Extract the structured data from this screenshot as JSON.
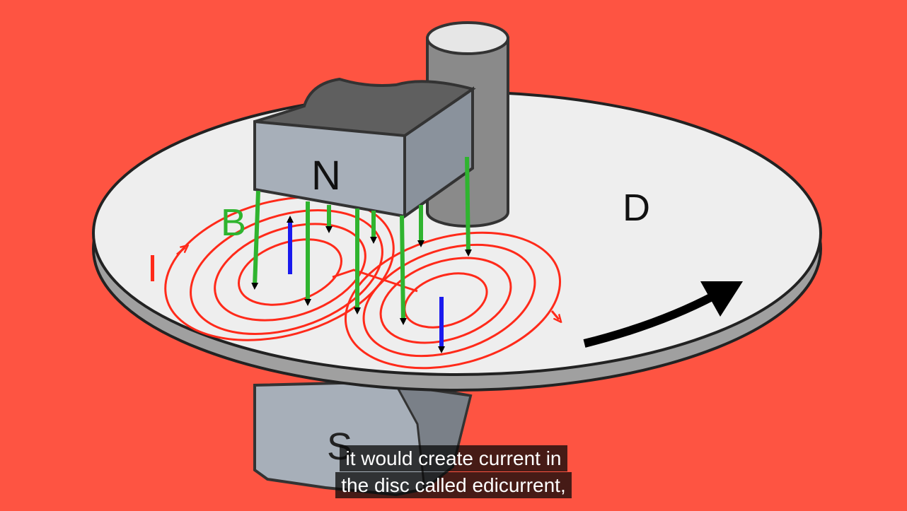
{
  "player": {
    "background_color": "#fe5442"
  },
  "diagram": {
    "labels": {
      "north_pole": "N",
      "south_pole": "S",
      "disc": "D",
      "field": "B",
      "current": "I"
    },
    "colors": {
      "disc": "#eeeeee",
      "magnet": "#a7afb9",
      "magnet_top": "#5f5f5f",
      "axle": "#8a8a8a",
      "field_lines": "#2fb42f",
      "current_loops": "#ff2a1a",
      "force_arrow": "#1a1aee",
      "rotation_arrow": "#000000"
    }
  },
  "captions": {
    "line1": "it would create current in",
    "line2": "the disc called edicurrent,"
  }
}
